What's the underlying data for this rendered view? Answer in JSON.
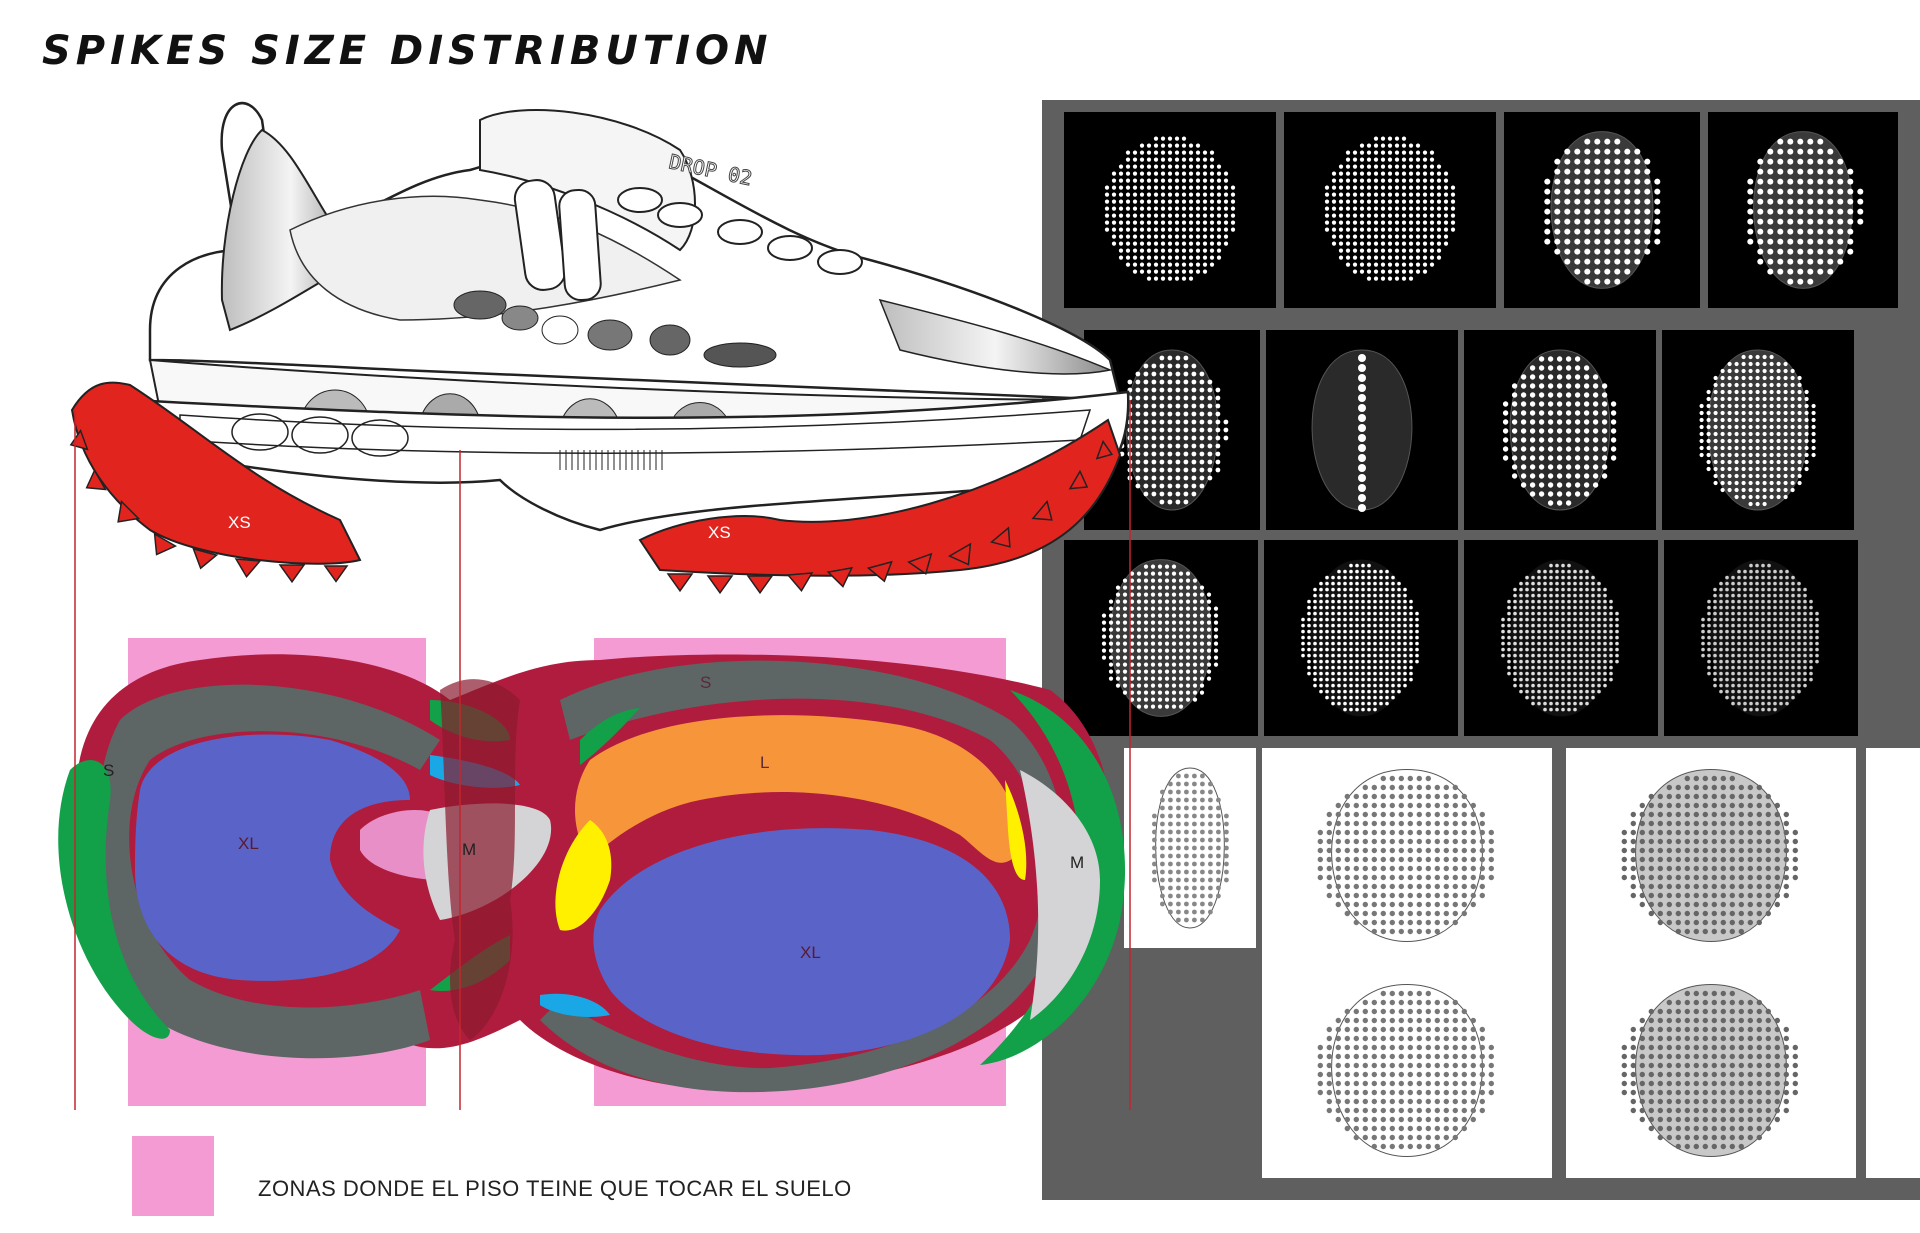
{
  "title": "SPIKES SIZE DISTRIBUTION",
  "shoe": {
    "brand_text": "DROP 02",
    "midsole_labels": [
      "XS",
      "XS"
    ]
  },
  "zones": {
    "s_left": "S",
    "s_top": "S",
    "xl_left": "XL",
    "m_mid": "M",
    "l": "L",
    "xl_right": "XL",
    "m_right": "M"
  },
  "legend": {
    "text": "ZONAS DONDE EL PISO TEINE QUE TOCAR EL SUELO",
    "color": "#f59bd3"
  },
  "colors": {
    "spike_red": "#e2241f",
    "sole_maroon": "#b01c3e",
    "zone_xl": "#5a64c8",
    "zone_l": "#f6953a",
    "zone_m": "#d4d4d6",
    "zone_s": "#5d6565",
    "edge_green": "#12a049",
    "accent_cyan": "#1aa7e6",
    "accent_yellow": "#fff000",
    "panel_gray": "#5f5f5f"
  }
}
